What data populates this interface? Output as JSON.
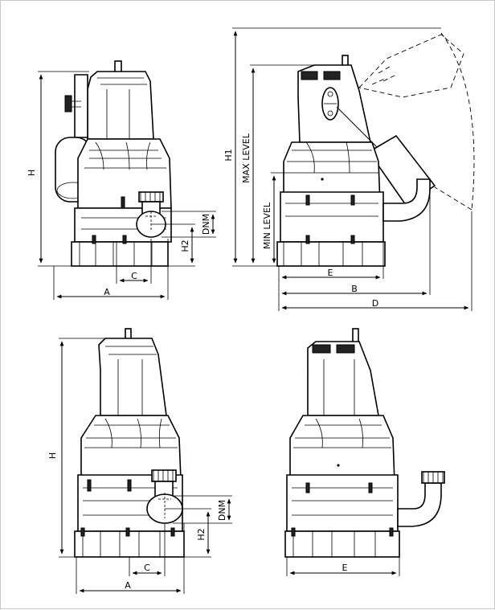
{
  "labels": {
    "h": "H",
    "a": "A",
    "c": "C",
    "dnm": "DNM",
    "h2": "H2",
    "h1": "H1",
    "max_level": "MAX LEVEL",
    "min_level": "MIN LEVEL",
    "e": "E",
    "b": "B",
    "d": "D"
  }
}
